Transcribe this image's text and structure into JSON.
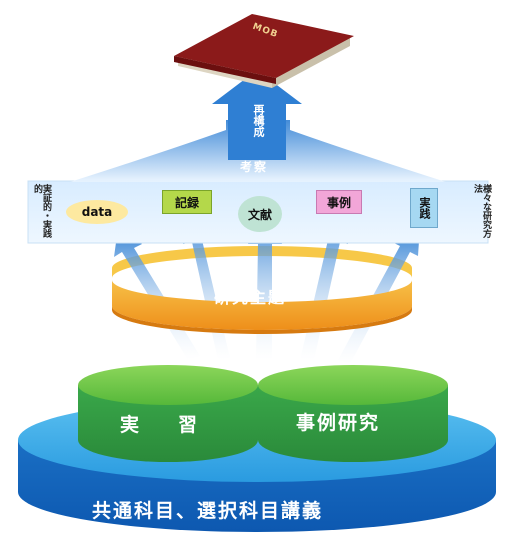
{
  "book": {
    "title": "MOB",
    "spine_color": "#8b1a1a"
  },
  "arrow_top": {
    "label": "再構成"
  },
  "synthesis": {
    "label": "考察"
  },
  "band": {
    "left_text": "実証的・実践的",
    "right_text": "様々な研究方法"
  },
  "methods": [
    {
      "label": "data",
      "color": "#fde9a0",
      "shape": "ellipse"
    },
    {
      "label": "記録",
      "color": "#b4d84a",
      "shape": "rect"
    },
    {
      "label": "文献",
      "color": "#bfe3d4",
      "shape": "circle"
    },
    {
      "label": "事例",
      "color": "#f2a6d8",
      "shape": "rect"
    },
    {
      "label": "実践",
      "color": "#a6d8f2",
      "shape": "rect"
    }
  ],
  "ring": {
    "label": "研究主題"
  },
  "green_left": {
    "label": "実　習"
  },
  "green_right": {
    "label": "事例研究"
  },
  "base": {
    "label": "共通科目、選択科目講義"
  },
  "colors": {
    "arrow": "#4a8fd8",
    "ring": "#f5a623",
    "green": "#3aa84a",
    "base": "#1e88d0"
  }
}
